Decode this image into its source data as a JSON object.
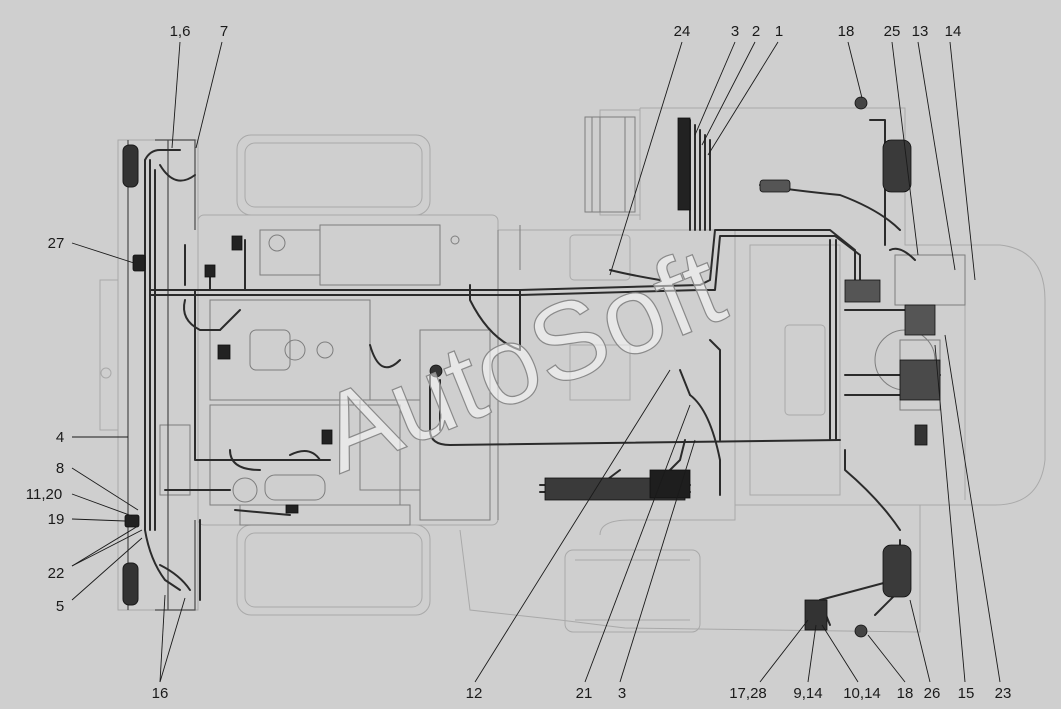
{
  "colors": {
    "background": "#cfcfcf",
    "outline": "#7e7e7e",
    "faint": "#a9a9a9",
    "harness": "#2b2b2b",
    "label": "#1a1a1a",
    "watermark": "#ffffff"
  },
  "watermark": "AutoSoft",
  "callouts": {
    "top": [
      "1,6",
      "7",
      "24",
      "3",
      "2",
      "1",
      "18",
      "25",
      "13",
      "14"
    ],
    "left": [
      "27",
      "4",
      "8",
      "11,20",
      "19",
      "22",
      "5"
    ],
    "bottom": [
      "16",
      "12",
      "21",
      "3",
      "17,28",
      "9,14",
      "10,14",
      "18",
      "26",
      "15",
      "23"
    ]
  }
}
